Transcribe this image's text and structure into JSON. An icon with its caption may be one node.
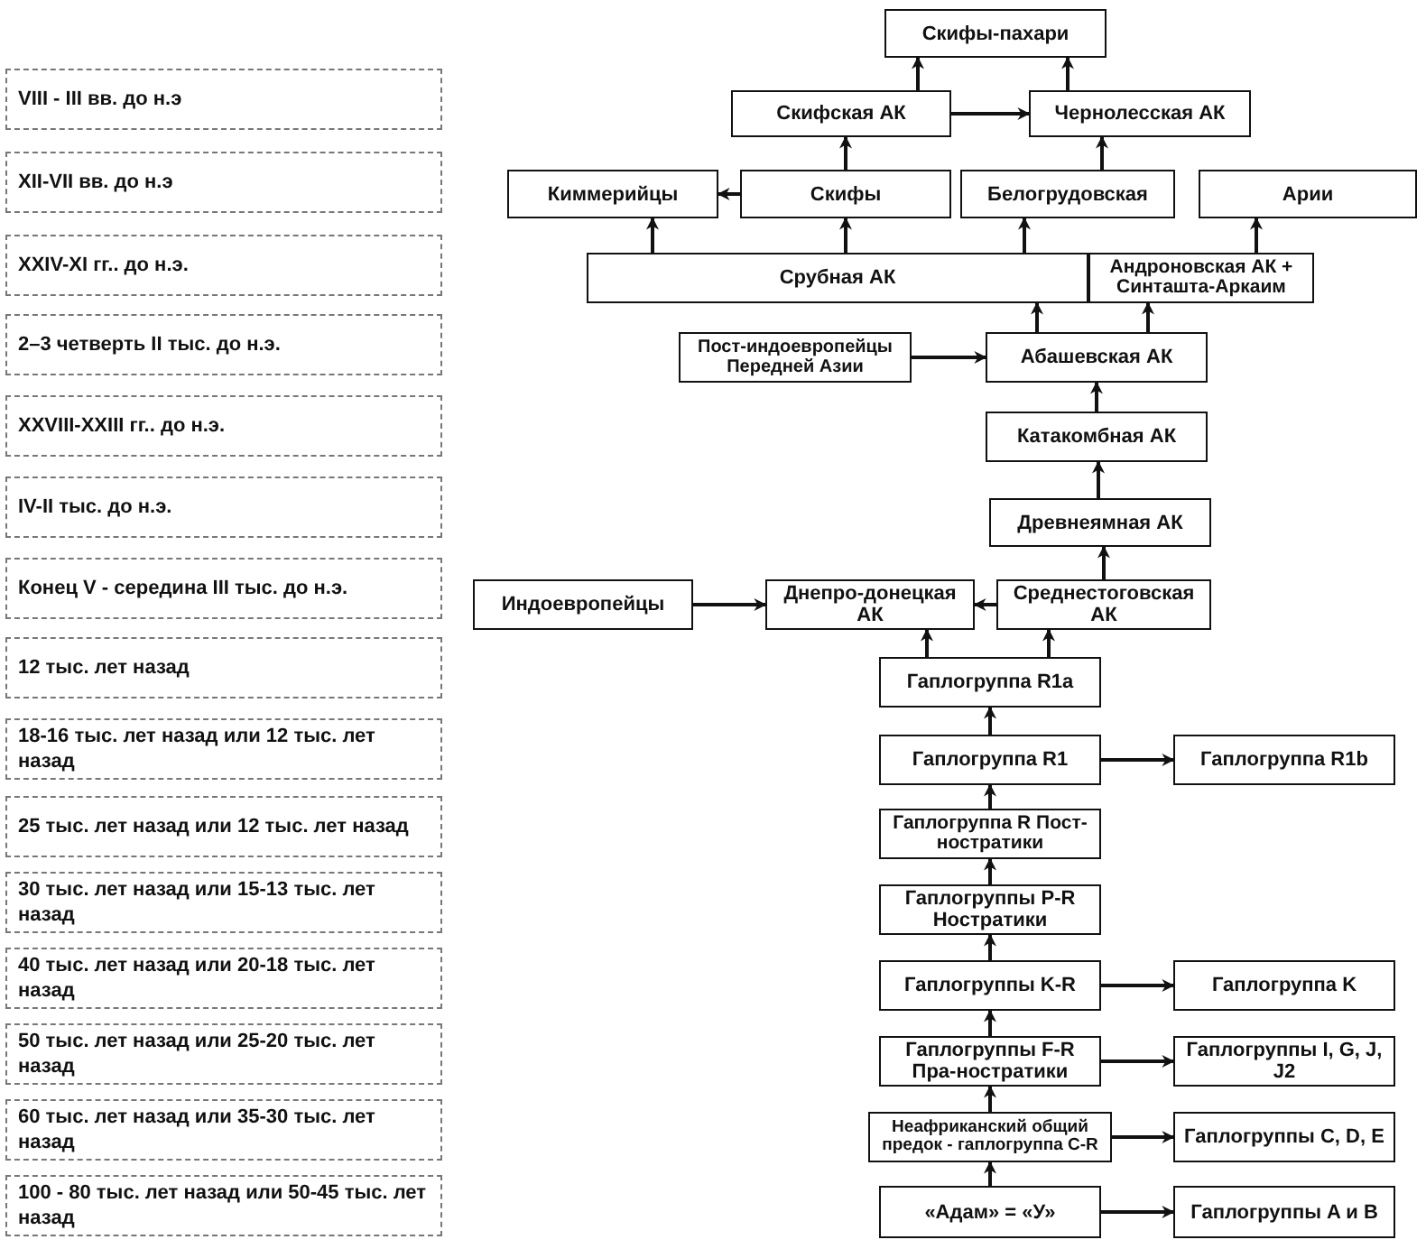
{
  "diagram": {
    "nodes": [
      {
        "text": [
          "Скифы-пахари"
        ]
      },
      {
        "text": [
          "Скифская АК"
        ]
      },
      {
        "text": [
          "Чернолесская АК"
        ]
      },
      {
        "text": [
          "Киммерийцы"
        ]
      },
      {
        "text": [
          "Скифы"
        ]
      },
      {
        "text": [
          "Белогрудовская"
        ]
      },
      {
        "text": [
          "Арии"
        ]
      },
      {
        "text": [
          "Срубная АК"
        ]
      },
      {
        "text": [
          "Андроновская АК + Синташта-Аркаим"
        ]
      },
      {
        "text": [
          "Пост-индоевропейцы Передней Азии"
        ]
      },
      {
        "text": [
          "Абашевская АК"
        ]
      },
      {
        "text": [
          "Катакомбная АК"
        ]
      },
      {
        "text": [
          "Древнеямная АК"
        ]
      },
      {
        "text": [
          "Индоевропейцы"
        ]
      },
      {
        "text": [
          "Днепро-донецкая АК"
        ]
      },
      {
        "text": [
          "Среднестоговская АК"
        ]
      },
      {
        "text": [
          "Гаплогруппа R1a"
        ]
      },
      {
        "text": [
          "Гаплогруппа R1"
        ]
      },
      {
        "text": [
          "Гаплогруппа R1b"
        ]
      },
      {
        "text": [
          "Гаплогруппа R Пост-ностратики"
        ]
      },
      {
        "text": [
          "Гаплогруппы P-R Ностратики"
        ]
      },
      {
        "text": [
          "Гаплогруппы K-R"
        ]
      },
      {
        "text": [
          "Гаплогруппа K"
        ]
      },
      {
        "text": [
          "Гаплогруппы F-R Пра-ностратики"
        ]
      },
      {
        "text": [
          "Гаплогруппы I, G, J, J2"
        ]
      },
      {
        "text": [
          "Неафриканский общий предок - гаплогруппа C-R"
        ]
      },
      {
        "text": [
          "Гаплогруппы C, D, E"
        ]
      },
      {
        "text": [
          "«Адам» = «У»"
        ]
      },
      {
        "text": [
          "Гаплогруппы A и B"
        ]
      }
    ],
    "edges": [
      {
        "from": 1,
        "to": 0,
        "arrow": "to"
      },
      {
        "from": 2,
        "to": 0,
        "arrow": "to"
      },
      {
        "from": 1,
        "to": 2,
        "arrow": "to"
      },
      {
        "from": 4,
        "to": 1,
        "arrow": "to"
      },
      {
        "from": 5,
        "to": 2,
        "arrow": "to"
      },
      {
        "from": 4,
        "to": 3,
        "arrow": "to"
      },
      {
        "from": 7,
        "to": 3,
        "arrow": "to"
      },
      {
        "from": 7,
        "to": 4,
        "arrow": "to"
      },
      {
        "from": 7,
        "to": 5,
        "arrow": "to"
      },
      {
        "from": 8,
        "to": 6,
        "arrow": "to"
      },
      {
        "from": 10,
        "to": 7,
        "arrow": "to"
      },
      {
        "from": 10,
        "to": 8,
        "arrow": "to"
      },
      {
        "from": 9,
        "to": 10,
        "arrow": "to"
      },
      {
        "from": 11,
        "to": 10,
        "arrow": "to"
      },
      {
        "from": 12,
        "to": 11,
        "arrow": "to"
      },
      {
        "from": 15,
        "to": 12,
        "arrow": "to"
      },
      {
        "from": 13,
        "to": 14,
        "arrow": "to"
      },
      {
        "from": 15,
        "to": 14,
        "arrow": "to"
      },
      {
        "from": 16,
        "to": 14,
        "arrow": "to"
      },
      {
        "from": 16,
        "to": 15,
        "arrow": "to"
      },
      {
        "from": 17,
        "to": 16,
        "arrow": "to"
      },
      {
        "from": 17,
        "to": 18,
        "arrow": "to"
      },
      {
        "from": 19,
        "to": 17,
        "arrow": "to"
      },
      {
        "from": 20,
        "to": 19,
        "arrow": "to"
      },
      {
        "from": 21,
        "to": 20,
        "arrow": "to"
      },
      {
        "from": 21,
        "to": 22,
        "arrow": "to"
      },
      {
        "from": 23,
        "to": 21,
        "arrow": "to"
      },
      {
        "from": 23,
        "to": 24,
        "arrow": "to"
      },
      {
        "from": 25,
        "to": 23,
        "arrow": "to"
      },
      {
        "from": 25,
        "to": 26,
        "arrow": "to"
      },
      {
        "from": 27,
        "to": 25,
        "arrow": "to"
      },
      {
        "from": 27,
        "to": 28,
        "arrow": "to"
      }
    ],
    "labels": [
      "VIII - III вв. до н.э",
      "XII-VII вв. до н.э",
      "XXIV-XI гг.. до н.э.",
      "2–3 четверть II тыс. до н.э.",
      "XXVIII-XXIII гг.. до н.э.",
      "IV-II тыс. до н.э.",
      "Конец V - середина III тыс. до н.э.",
      "12 тыс. лет назад",
      "18-16 тыс. лет назад или 12 тыс. лет назад",
      "25 тыс. лет назад или 12 тыс. лет назад",
      "30 тыс. лет назад или 15-13 тыс. лет назад",
      "40 тыс. лет назад или 20-18 тыс. лет назад",
      "50 тыс. лет назад или 25-20 тыс. лет назад",
      "60 тыс. лет назад или 35-30 тыс. лет назад",
      "100 - 80 тыс. лет назад или 50-45 тыс. лет назад"
    ]
  }
}
